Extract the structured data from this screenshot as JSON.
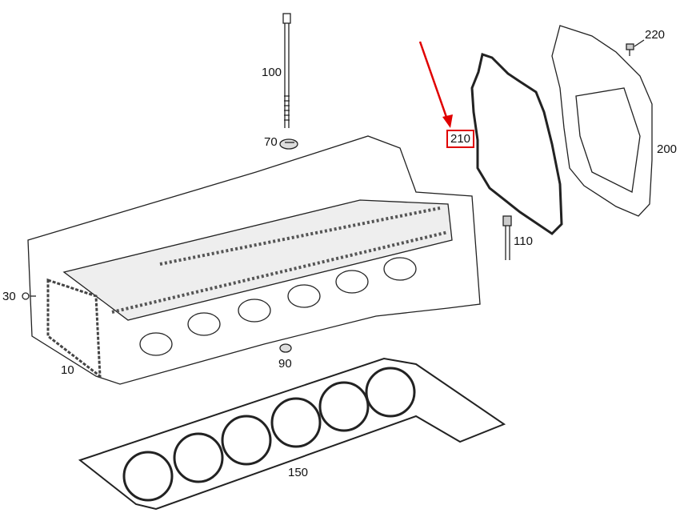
{
  "accent_color": "#e00000",
  "callouts": {
    "p100": "100",
    "p70": "70",
    "p210": "210",
    "p220": "220",
    "p200": "200",
    "p110": "110",
    "p30": "30",
    "p10": "10",
    "p90": "90",
    "p150": "150"
  },
  "highlighted_part": "210"
}
